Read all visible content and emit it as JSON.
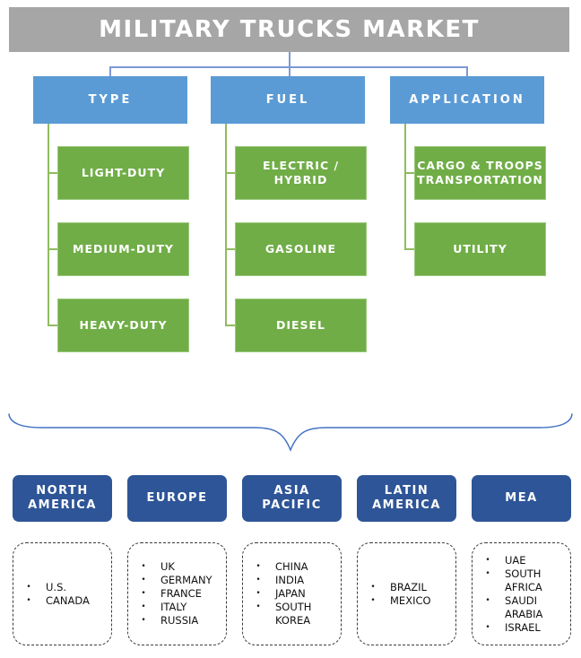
{
  "title": "MILITARY TRUCKS MARKET",
  "list_bullet": "•",
  "colors": {
    "header_bg": "#A6A6A6",
    "segment_bg": "#5B9BD5",
    "item_bg": "#70AD47",
    "region_bg": "#2E5597",
    "connector_blue": "#7C99D6",
    "connector_green": "#8FBC5E",
    "brace": "#4472C4"
  },
  "segments": [
    {
      "label": "TYPE",
      "items": [
        "LIGHT-DUTY",
        "MEDIUM-DUTY",
        "HEAVY-DUTY"
      ]
    },
    {
      "label": "FUEL",
      "items": [
        "ELECTRIC / HYBRID",
        "GASOLINE",
        "DIESEL"
      ]
    },
    {
      "label": "APPLICATION",
      "items": [
        "CARGO & TROOPS TRANSPORTATION",
        "UTILITY"
      ]
    }
  ],
  "regions": [
    {
      "label": "NORTH AMERICA",
      "countries": [
        "U.S.",
        "CANADA"
      ]
    },
    {
      "label": "EUROPE",
      "countries": [
        "UK",
        "GERMANY",
        "FRANCE",
        "ITALY",
        "RUSSIA"
      ]
    },
    {
      "label": "ASIA PACIFIC",
      "countries": [
        "CHINA",
        "INDIA",
        "JAPAN",
        "SOUTH KOREA"
      ]
    },
    {
      "label": "LATIN AMERICA",
      "countries": [
        "BRAZIL",
        "MEXICO"
      ]
    },
    {
      "label": "MEA",
      "countries": [
        "UAE",
        "SOUTH AFRICA",
        "SAUDI ARABIA",
        "ISRAEL"
      ]
    }
  ]
}
